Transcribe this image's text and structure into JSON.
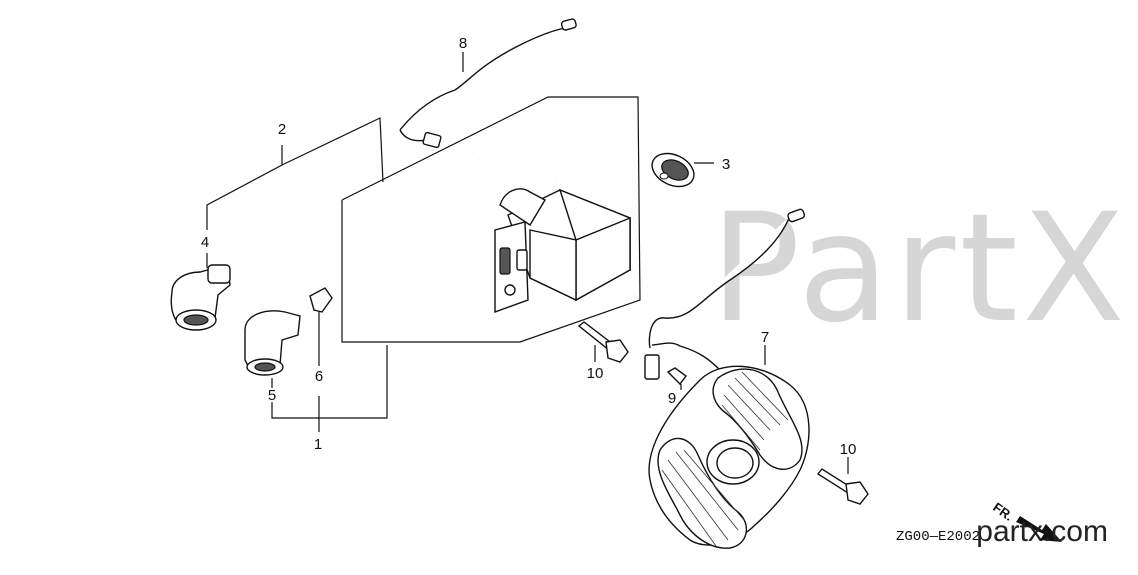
{
  "diagram": {
    "callouts": {
      "p1": "1",
      "p2": "2",
      "p3": "3",
      "p4": "4",
      "p5": "5",
      "p6": "6",
      "p7": "7",
      "p8": "8",
      "p9": "9",
      "p10a": "10",
      "p10b": "10"
    },
    "diagram_code": "ZG00—E2002",
    "direction_label": "FR.",
    "watermark": {
      "large": "PartX",
      "small": "partx.com"
    }
  }
}
